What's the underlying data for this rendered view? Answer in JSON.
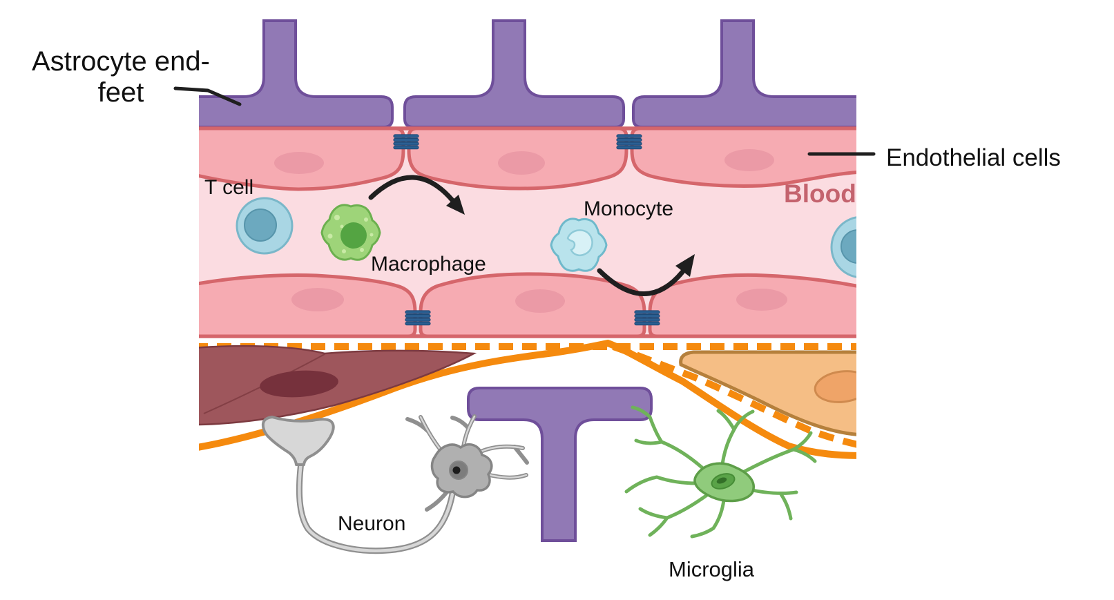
{
  "figure": {
    "description": "Blood-brain barrier cell diagram",
    "labels": {
      "astrocyte_line1": "Astrocyte end-",
      "astrocyte_line2": "feet",
      "endothelial": "Endothelial cells",
      "blood": "Blood",
      "t_cell": "T cell",
      "macrophage": "Macrophage",
      "monocyte": "Monocyte",
      "neuron": "Neuron",
      "microglia": "Microglia"
    },
    "colors": {
      "astro_fill": "#9179b5",
      "astro_stroke": "#6f4f9a",
      "endo_fill": "#f6abb2",
      "endo_stroke": "#d5666b",
      "endo_nucleus": "#eb9aa6",
      "blood_bg": "#fbdce1",
      "blood_text": "#c4636e",
      "tj_fill": "#2b5f92",
      "tj_stroke": "#1d4a77",
      "bm_orange": "#f58a0e",
      "pericyte_fill": "#9e565c",
      "pericyte_stroke": "#7c3a40",
      "pericyte_nucleus": "#76313c",
      "ocell_fill": "#f5be85",
      "ocell_stroke": "#b5803c",
      "ocell_nucleus": "#efa468",
      "ocell_nucleus_stroke": "#cf8a4e",
      "neuron_outline": "#8f8f8f",
      "neuron_inner": "#d7d7d7",
      "neuron_fill": "#b0b0b0",
      "neuron_soma_stroke": "#858585",
      "neuron_nucleus": "#7d7d7d",
      "neuron_nucleolus": "#1c1c1c",
      "micro_stroke": "#6fb25a",
      "micro_fill": "#90cb7c",
      "micro_soma_stroke": "#5d9e48",
      "micro_nucleus": "#5aa348",
      "micro_nucleus_stroke": "#468c36",
      "micro_nucleus_inner": "#336f28",
      "tcell_fill": "#a9d6e4",
      "tcell_stroke": "#7ab7c9",
      "tcell_nucleus": "#6ca9bf",
      "tcell_nucleus_stroke": "#5795ab",
      "mac_fill": "#9ed479",
      "mac_stroke": "#6cb04f",
      "mac_nucleus": "#54a442",
      "mac_dot": "#c9eaa6",
      "mono_fill": "#b9e3ec",
      "mono_stroke": "#6fb9cb",
      "mono_nucleus": "#d8f1f6",
      "mono_nucleus_stroke": "#8fcad8",
      "arrow": "#1f1f1f",
      "label": "#111111"
    }
  }
}
